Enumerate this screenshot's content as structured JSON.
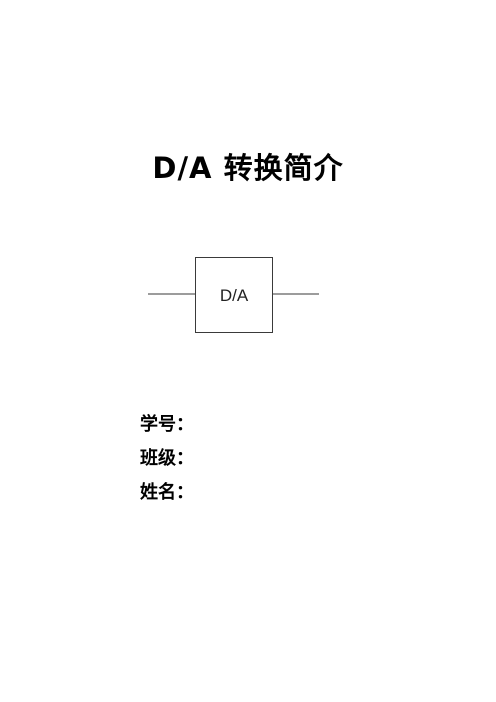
{
  "document": {
    "title": "D/A 转换简介",
    "diagram": {
      "block_label": "D/A"
    },
    "fields": [
      {
        "label": "学号："
      },
      {
        "label": "班级："
      },
      {
        "label": "姓名："
      }
    ]
  }
}
